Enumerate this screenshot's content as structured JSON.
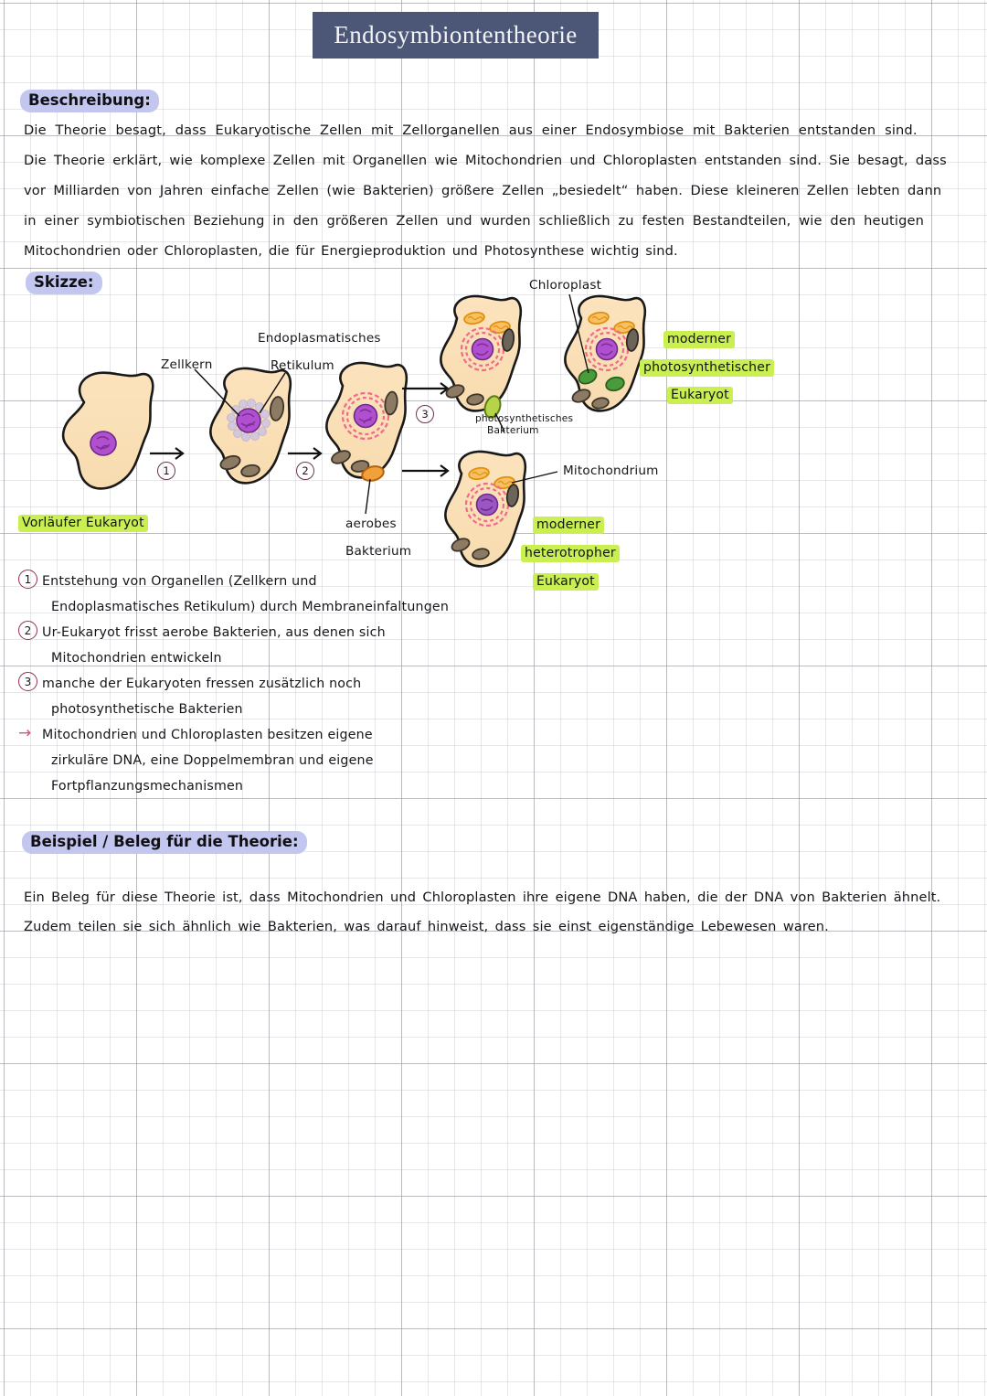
{
  "document": {
    "title": "Endosymbiontentheorie",
    "paper": "grid",
    "colors": {
      "title_bar": "#4c5676",
      "title_text": "#f2f3f7",
      "heading_highlight": "#c3c6ef",
      "green_highlight": "#c9ef52",
      "ink": "#16161a",
      "grid_line": "#96989e",
      "grid_line_light": "#c8cad0",
      "cell_body": "#fae0b8",
      "cell_outline": "#191919",
      "nucleus": "#a23fc4",
      "er_pink": "#f06a8a",
      "er_lavender": "#c3bfe6",
      "mitochondrion_brown": "#8c7a63",
      "mitochondrion_orange": "#f0a830",
      "chloroplast_green": "#4a9b3c",
      "aerobic_bacterium": "#f2901e",
      "photo_bacterium": "#b6d44a",
      "step_circle": "#9b2d55",
      "arrow_pink": "#d4547e"
    }
  },
  "sections": {
    "beschreibung": {
      "heading": "Beschreibung:",
      "lines": [
        "Die Theorie besagt, dass Eukaryotische Zellen mit Zellorganellen aus einer Endosymbiose mit Bakterien entstanden sind.",
        "Die Theorie erklärt, wie komplexe Zellen mit Organellen wie Mitochondrien und Chloroplasten entstanden sind. Sie besagt, dass",
        "vor Milliarden von Jahren einfache Zellen (wie Bakterien) größere Zellen „besiedelt“ haben. Diese kleineren Zellen lebten dann",
        "in einer symbiotischen Beziehung in den größeren Zellen und wurden schließlich zu festen Bestandteilen, wie den heutigen",
        "Mitochondrien oder Chloroplasten, die für Energieproduktion und Photosynthese wichtig sind."
      ]
    },
    "skizze": {
      "heading": "Skizze:",
      "labels": {
        "zellkern": "Zellkern",
        "er_line1": "Endoplasmatisches",
        "er_line2": "Retikulum",
        "chloroplast": "Chloroplast",
        "mitochondrium": "Mitochondrium",
        "aerobes_line1": "aerobes",
        "aerobes_line2": "Bakterium",
        "photobakt_line1": "photosynthetisches",
        "photobakt_line2": "Bakterium"
      },
      "highlights": {
        "vorlaeufer": "Vorläufer Eukaryot",
        "photo_euk_line1": "moderner",
        "photo_euk_line2": "photosynthetischer",
        "photo_euk_line3": "Eukaryot",
        "hetero_euk_line1": "moderner",
        "hetero_euk_line2": "heterotropher",
        "hetero_euk_line3": "Eukaryot"
      },
      "step_markers": [
        "1",
        "2",
        "3"
      ]
    },
    "steps": [
      {
        "marker": "1",
        "marker_type": "circle",
        "lines": [
          "Entstehung von Organellen (Zellkern und",
          "Endoplasmatisches Retikulum) durch Membraneinfaltungen"
        ]
      },
      {
        "marker": "2",
        "marker_type": "circle",
        "lines": [
          "Ur-Eukaryot frisst aerobe Bakterien, aus denen sich",
          "Mitochondrien entwickeln"
        ]
      },
      {
        "marker": "3",
        "marker_type": "circle",
        "lines": [
          "manche der Eukaryoten fressen zusätzlich noch",
          "photosynthetische Bakterien"
        ]
      },
      {
        "marker": "→",
        "marker_type": "arrow",
        "lines": [
          "Mitochondrien und Chloroplasten besitzen eigene",
          "zirkuläre DNA, eine Doppelmembran und eigene",
          "Fortpflanzungsmechanismen"
        ]
      }
    ],
    "beispiel": {
      "heading": "Beispiel / Beleg für die Theorie:",
      "lines": [
        "Ein Beleg für diese Theorie ist, dass Mitochondrien und Chloroplasten ihre eigene DNA haben, die der DNA von Bakterien ähnelt.",
        "Zudem teilen sie sich ähnlich wie Bakterien, was darauf hinweist, dass sie einst eigenständige Lebewesen waren."
      ]
    }
  }
}
